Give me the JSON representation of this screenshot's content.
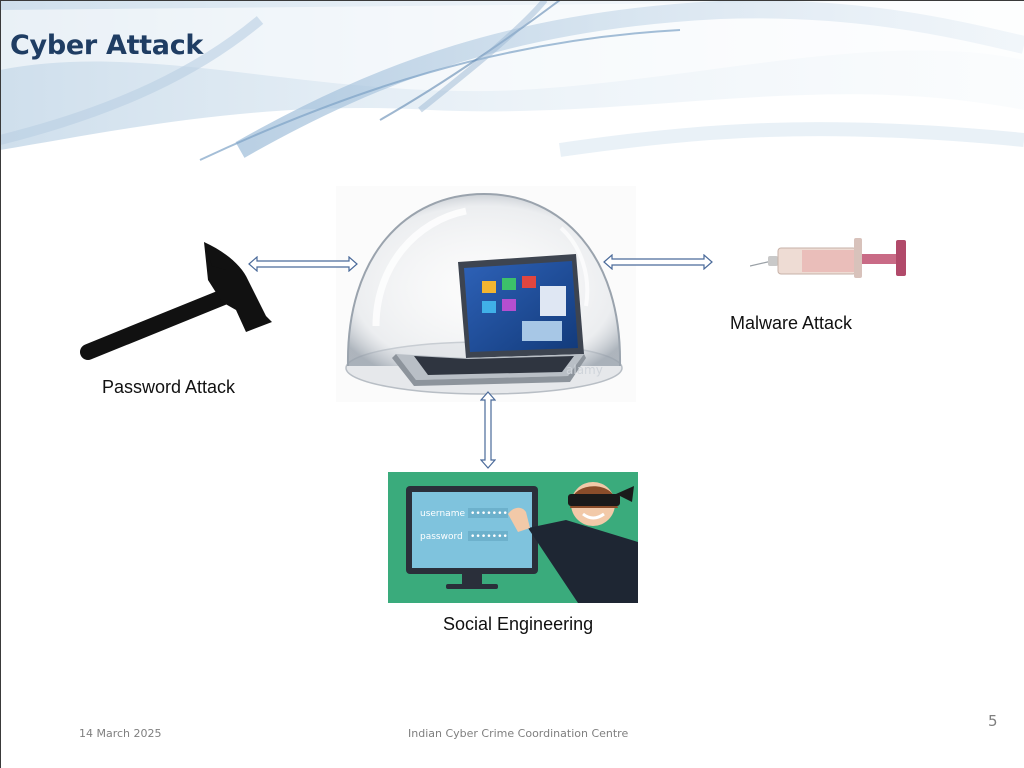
{
  "slide": {
    "title": "Cyber Attack",
    "slide_number": "5",
    "footer": {
      "date": "14 March 2025",
      "organization": "Indian Cyber Crime Coordination Centre"
    }
  },
  "diagram": {
    "center": {
      "icon": "laptop-in-glass-dome-icon"
    },
    "attacks": [
      {
        "label": "Password Attack",
        "icon": "hammer-icon"
      },
      {
        "label": "Malware Attack",
        "icon": "syringe-icon"
      },
      {
        "label": "Social Engineering",
        "icon": "hacker-stealing-credentials-icon"
      }
    ],
    "social_engineering_screen": {
      "username_label": "username",
      "password_label": "password"
    }
  },
  "colors": {
    "title": "#1f3d63",
    "arrow": "#4a6a9a",
    "social_background": "#3aab7c",
    "screen": "#7fc3dd"
  }
}
